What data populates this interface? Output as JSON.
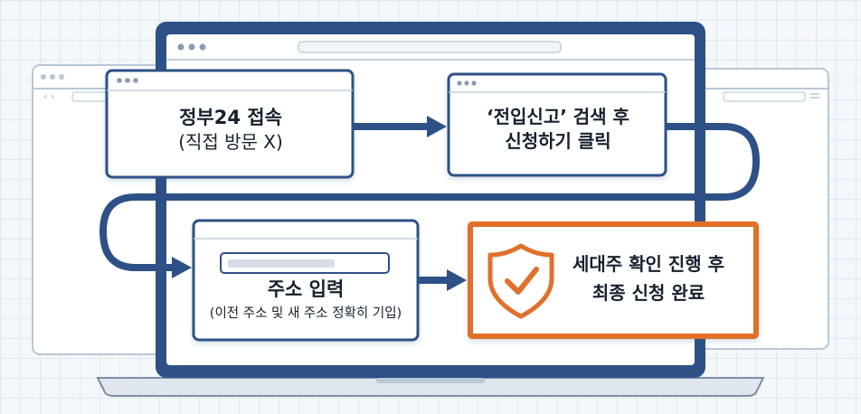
{
  "steps": [
    {
      "line1": "정부24 접속",
      "line2": "(직접 방문 X)"
    },
    {
      "line1": "‘전입신고’ 검색 후",
      "line2": "신청하기 클릭"
    },
    {
      "line1": "주소 입력",
      "line2": "(이전 주소 및 새 주소 정확히 기입)"
    },
    {
      "line1": "세대주 확인 진행 후",
      "line2": "최종 신청 완료",
      "highlighted": true
    }
  ],
  "icons": {
    "final_step": "shield-check-icon",
    "connectors": "arrow-icon"
  },
  "colors": {
    "primary_navy": "#2d5186",
    "accent_orange": "#e0702c",
    "box_fill": "#ffffff",
    "background": "#f5f8fb"
  }
}
